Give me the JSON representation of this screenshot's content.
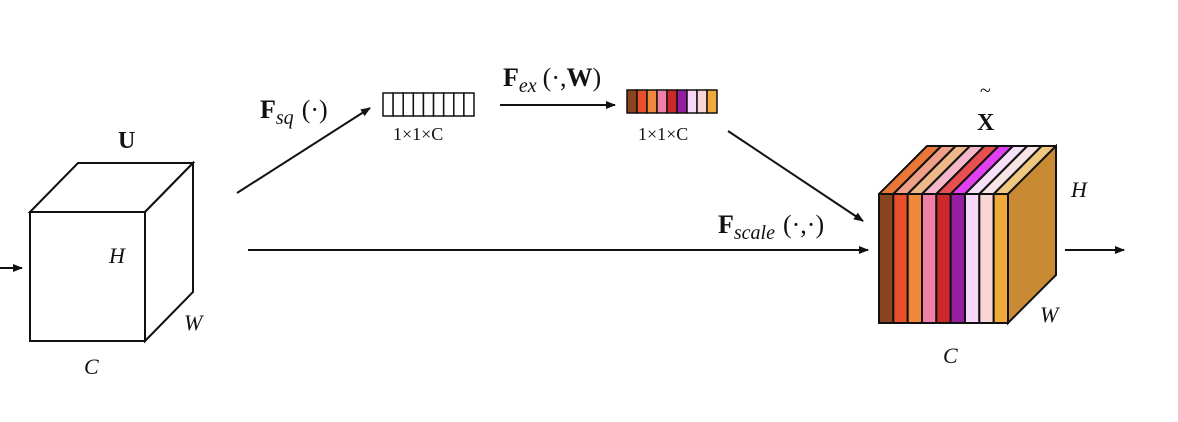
{
  "labels": {
    "input_tensor": "U",
    "output_tensor": "X",
    "output_tilde": "~",
    "h": "H",
    "w": "W",
    "c": "C",
    "squeeze_F": "F",
    "squeeze_sub": "sq",
    "squeeze_args": "(·)",
    "excite_F": "F",
    "excite_sub": "ex",
    "excite_args_open": "(·,",
    "excite_args_W": "W",
    "excite_args_close": ")",
    "scale_F": "F",
    "scale_sub": "scale",
    "scale_args": "(·,·)",
    "vector_dims_1": "1×1×C",
    "vector_dims_2": "1×1×C"
  },
  "colors": {
    "front": [
      "#8B4420",
      "#E8502C",
      "#F0883C",
      "#F080A8",
      "#CC2A2A",
      "#961EA0",
      "#F8D8F8",
      "#F8D6D6",
      "#F0AA3C"
    ],
    "top": [
      "#E87838",
      "#F0A088",
      "#F0B888",
      "#F4B8C8",
      "#E85050",
      "#E040F0",
      "#F8E0F8",
      "#F8E4E4",
      "#F0C880"
    ],
    "side": "#C88A32"
  },
  "channel_count": 9
}
